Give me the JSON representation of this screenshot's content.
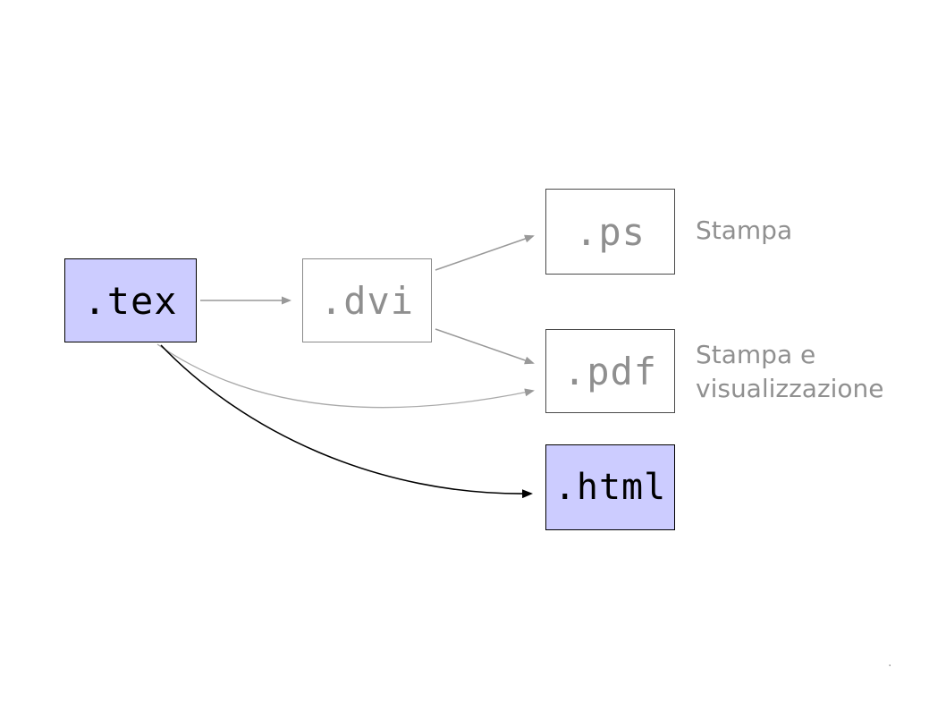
{
  "diagram": {
    "nodes": {
      "tex": {
        "label": ".tex",
        "highlighted": true
      },
      "dvi": {
        "label": ".dvi",
        "highlighted": false
      },
      "ps": {
        "label": ".ps",
        "highlighted": false
      },
      "pdf": {
        "label": ".pdf",
        "highlighted": false
      },
      "html": {
        "label": ".html",
        "highlighted": true
      }
    },
    "annotations": {
      "ps": "Stampa",
      "pdf": "Stampa e visualizzazione"
    },
    "edges": [
      {
        "from": "tex",
        "to": "dvi",
        "color": "gray"
      },
      {
        "from": "dvi",
        "to": "ps",
        "color": "gray"
      },
      {
        "from": "dvi",
        "to": "pdf",
        "color": "gray"
      },
      {
        "from": "tex",
        "to": "pdf",
        "color": "gray"
      },
      {
        "from": "tex",
        "to": "html",
        "color": "black"
      }
    ],
    "colors": {
      "highlight_fill": "#ccccff",
      "muted_text": "#8f8f8f",
      "gray_arrow": "#999999",
      "black_arrow": "#000000"
    },
    "footer_mark": "."
  }
}
